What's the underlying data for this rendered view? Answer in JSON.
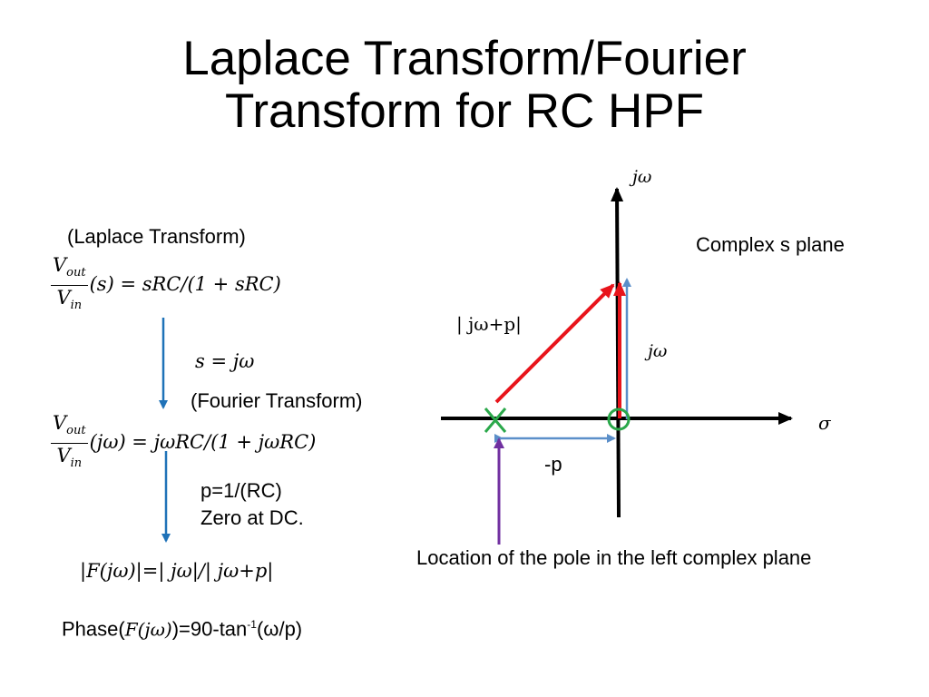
{
  "slide": {
    "title_line1": "Laplace Transform/Fourier",
    "title_line2": "Transform for RC HPF"
  },
  "left": {
    "laplace_label": "(Laplace Transform)",
    "laplace_lhs_num": "V",
    "laplace_lhs_num_sub": "out",
    "laplace_lhs_den": "V",
    "laplace_lhs_den_sub": "in",
    "laplace_rhs": "(s) = sRC/(1 + sRC)",
    "substitution": "s = jω",
    "fourier_label": "(Fourier Transform)",
    "fourier_rhs": "(jω) = jωRC/(1 + jωRC)",
    "pole_def": "p=1/(RC)",
    "zero_note": "Zero at DC.",
    "magnitude": "|F(jω)|=| jω|/| jω+p|",
    "phase_prefix": "Phase(",
    "phase_func": "F(jω)",
    "phase_mid": ")=90-tan",
    "phase_sup": "-1",
    "phase_suffix": "(ω/p)"
  },
  "plane": {
    "j_omega_axis": "jω",
    "sigma_axis": "σ",
    "plane_label": "Complex s plane",
    "vector_label": "| jω+p|",
    "jw_vector_label": "jω",
    "neg_p_label": "-p",
    "pole_note": "Location of the pole in the left complex plane"
  },
  "colors": {
    "flow_arrow": "#1f72b8",
    "vector_red": "#e8141b",
    "vector_blue": "#5b8fc9",
    "pole_marker": "#2aa84a",
    "pointer_purple": "#7030a0"
  }
}
